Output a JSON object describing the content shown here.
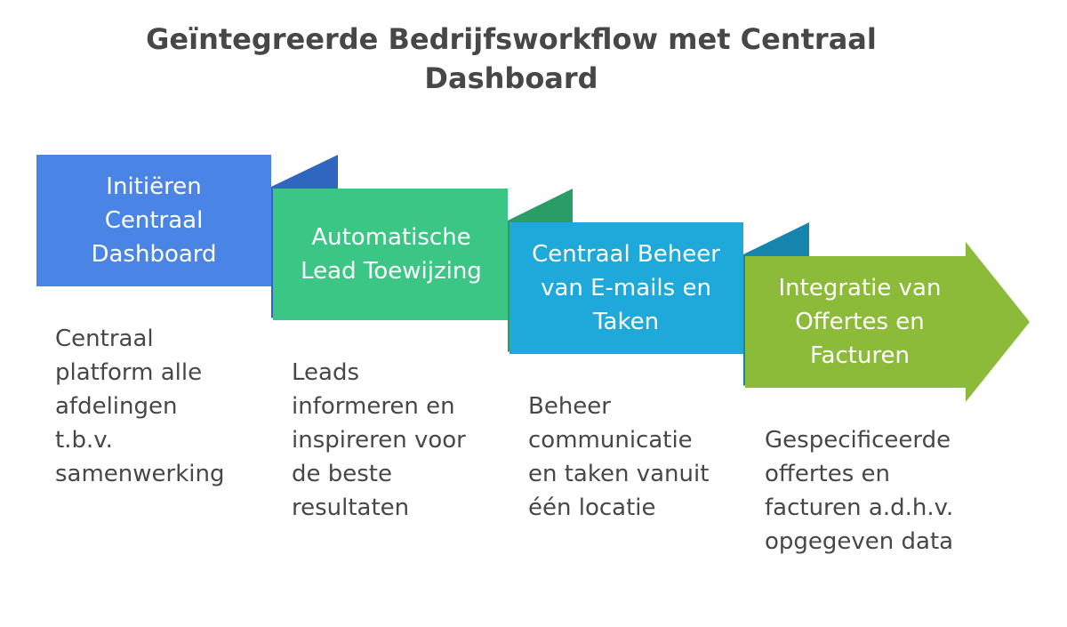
{
  "title": "Geïntegreerde Bedrijfsworkflow met Centraal Dashboard",
  "steps": [
    {
      "label": "Initiëren Centraal Dashboard",
      "description": "Centraal\nplatform alle\nafdelingen\nt.b.v.\nsamenwerking",
      "color": "#4A85E6"
    },
    {
      "label": "Automatische Lead Toewijzing",
      "description": "Leads\ninformeren en\ninspireren voor\nde beste\nresultaten",
      "color": "#3CC685"
    },
    {
      "label": "Centraal Beheer van E-mails en Taken",
      "description": "Beheer\ncommunicatie\nen taken vanuit\néén locatie",
      "color": "#1EA9DA"
    },
    {
      "label": "Integratie van Offertes en Facturen",
      "description": "Gespecificeerde\noffertes en\nfacturen a.d.h.v.\nopgegeven data",
      "color": "#8CBB3A"
    }
  ]
}
